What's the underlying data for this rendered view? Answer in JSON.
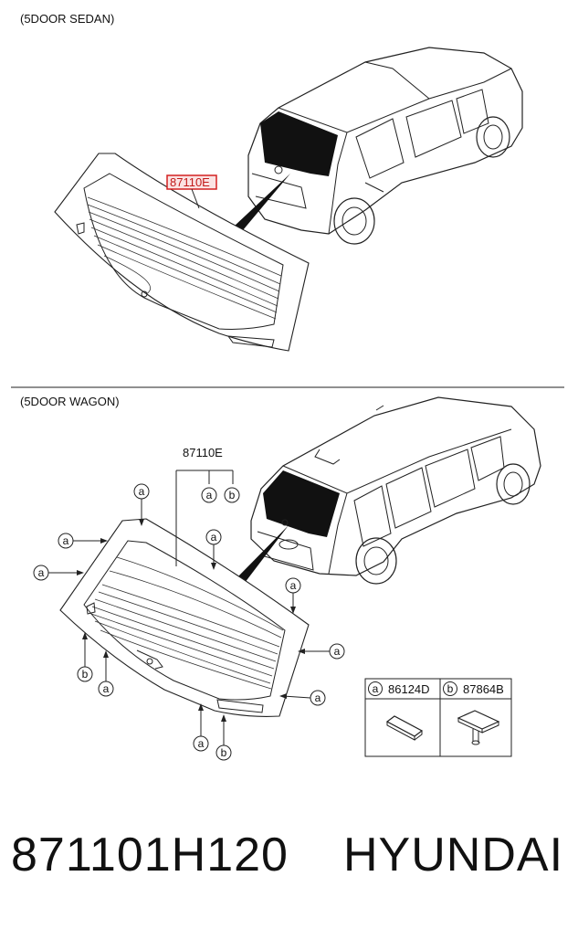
{
  "sections": {
    "sedan": {
      "title": "(5DOOR SEDAN)",
      "part_callout": "87110E"
    },
    "wagon": {
      "title": "(5DOOR WAGON)",
      "part_callout": "87110E",
      "markers": {
        "a": "a",
        "b": "b"
      },
      "legend": [
        {
          "marker": "a",
          "part": "86124D"
        },
        {
          "marker": "b",
          "part": "87864B"
        }
      ]
    }
  },
  "footer": {
    "part_number": "871101H120",
    "brand": "HYUNDAI"
  },
  "colors": {
    "highlight_border": "#d42020",
    "highlight_fill": "#fbe3e3",
    "line": "#222222"
  }
}
